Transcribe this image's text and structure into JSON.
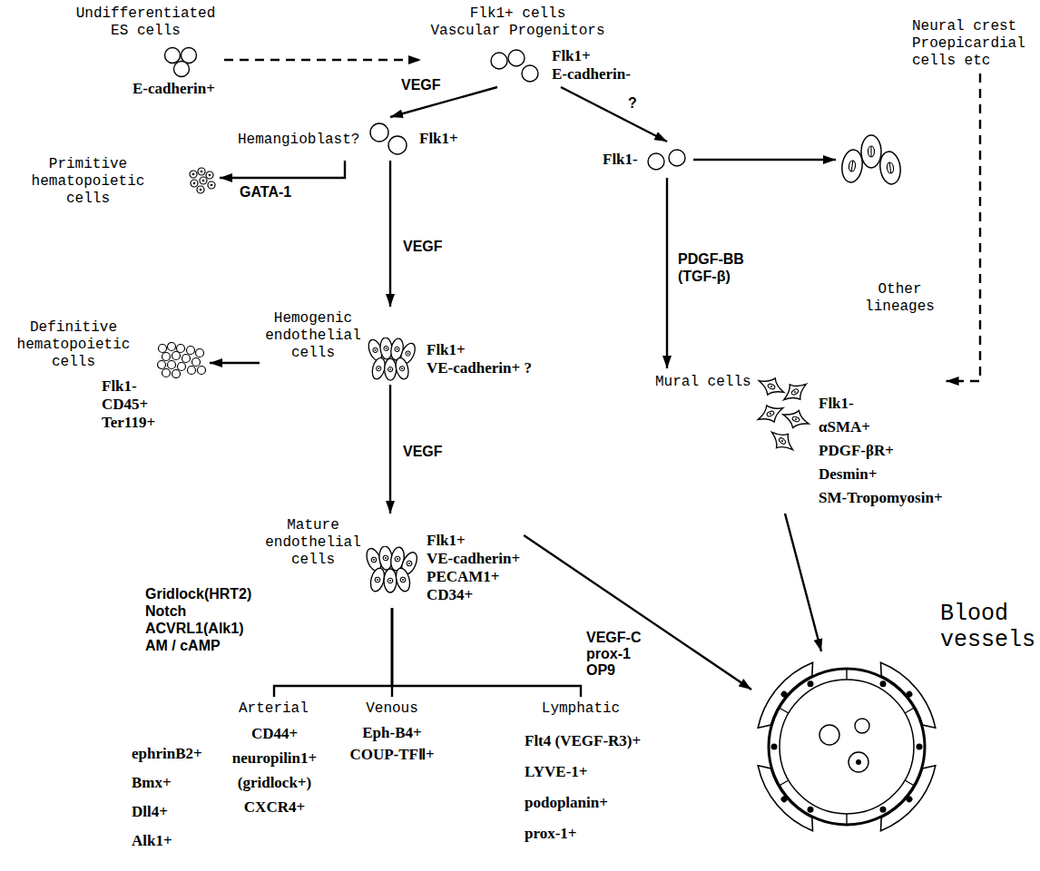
{
  "diagram": {
    "nodes": [
      {
        "text": [
          "Undifferentiated ES cells",
          "E-cadherin+"
        ]
      },
      {
        "text": [
          "Flk1+ cells",
          "Vascular Progenitors",
          "Flk1+",
          "E-cadherin-"
        ]
      },
      {
        "text": [
          "Neural crest Proepicardial cells etc"
        ]
      },
      {
        "text": [
          "Hemangioblast?",
          "Flk1+"
        ]
      },
      {
        "text": [
          "Flk1-"
        ]
      },
      {
        "text": [
          "Primitive hematopoietic cells"
        ]
      },
      {
        "text": [
          "Other lineages"
        ]
      },
      {
        "text": [
          "Hemogenic endothelial cells",
          "Flk1+",
          "VE-cadherin+ ?"
        ]
      },
      {
        "text": [
          "Definitive hematopoietic cells",
          "Flk1-",
          "CD45+",
          "Ter119+"
        ]
      },
      {
        "text": [
          "Mural cells",
          "Flk1-",
          "αSMA+",
          "PDGF-βR+",
          "Desmin+",
          "SM-Tropomyosin+"
        ]
      },
      {
        "text": [
          "Mature endothelial cells",
          "Flk1+",
          "VE-cadherin+",
          "PECAM1+",
          "CD34+"
        ]
      },
      {
        "text": [
          "Arterial",
          "CD44+",
          "neuropilin1+",
          "(gridlock+)",
          "CXCR4+",
          "ephrinB2+",
          "Bmx+",
          "Dll4+",
          "Alk1+"
        ]
      },
      {
        "text": [
          "Venous",
          "Eph-B4+",
          "COUP-TFⅡ+"
        ]
      },
      {
        "text": [
          "Lymphatic",
          "Flt4 (VEGF-R3)+",
          "LYVE-1+",
          "podoplanin+",
          "prox-1+"
        ]
      },
      {
        "text": [
          "Blood vessels"
        ]
      }
    ],
    "edges": [
      {
        "from": 0,
        "to": 1,
        "arrow": "to"
      },
      {
        "from": 1,
        "to": 3,
        "label": "VEGF",
        "arrow": "to"
      },
      {
        "from": 1,
        "to": 4,
        "label": "?",
        "arrow": "to"
      },
      {
        "from": 2,
        "to": 9,
        "arrow": "to"
      },
      {
        "from": 3,
        "to": 5,
        "label": "GATA-1",
        "arrow": "to"
      },
      {
        "from": 3,
        "to": 7,
        "label": "VEGF",
        "arrow": "to"
      },
      {
        "from": 4,
        "to": 6,
        "arrow": "to"
      },
      {
        "from": 4,
        "to": 9,
        "label": "PDGF-BB (TGF-β)",
        "arrow": "to"
      },
      {
        "from": 7,
        "to": 8,
        "arrow": "to"
      },
      {
        "from": 7,
        "to": 10,
        "label": "VEGF",
        "arrow": "to"
      },
      {
        "from": 10,
        "to": 11,
        "label": "Gridlock(HRT2) Notch ACVRL1(Alk1) AM / cAMP",
        "arrow": "none"
      },
      {
        "from": 10,
        "to": 12,
        "arrow": "none"
      },
      {
        "from": 10,
        "to": 13,
        "label": "VEGF-C prox-1 OP9",
        "arrow": "none"
      },
      {
        "from": 9,
        "to": 14,
        "arrow": "to"
      },
      {
        "from": 10,
        "to": 14,
        "arrow": "to"
      }
    ]
  }
}
